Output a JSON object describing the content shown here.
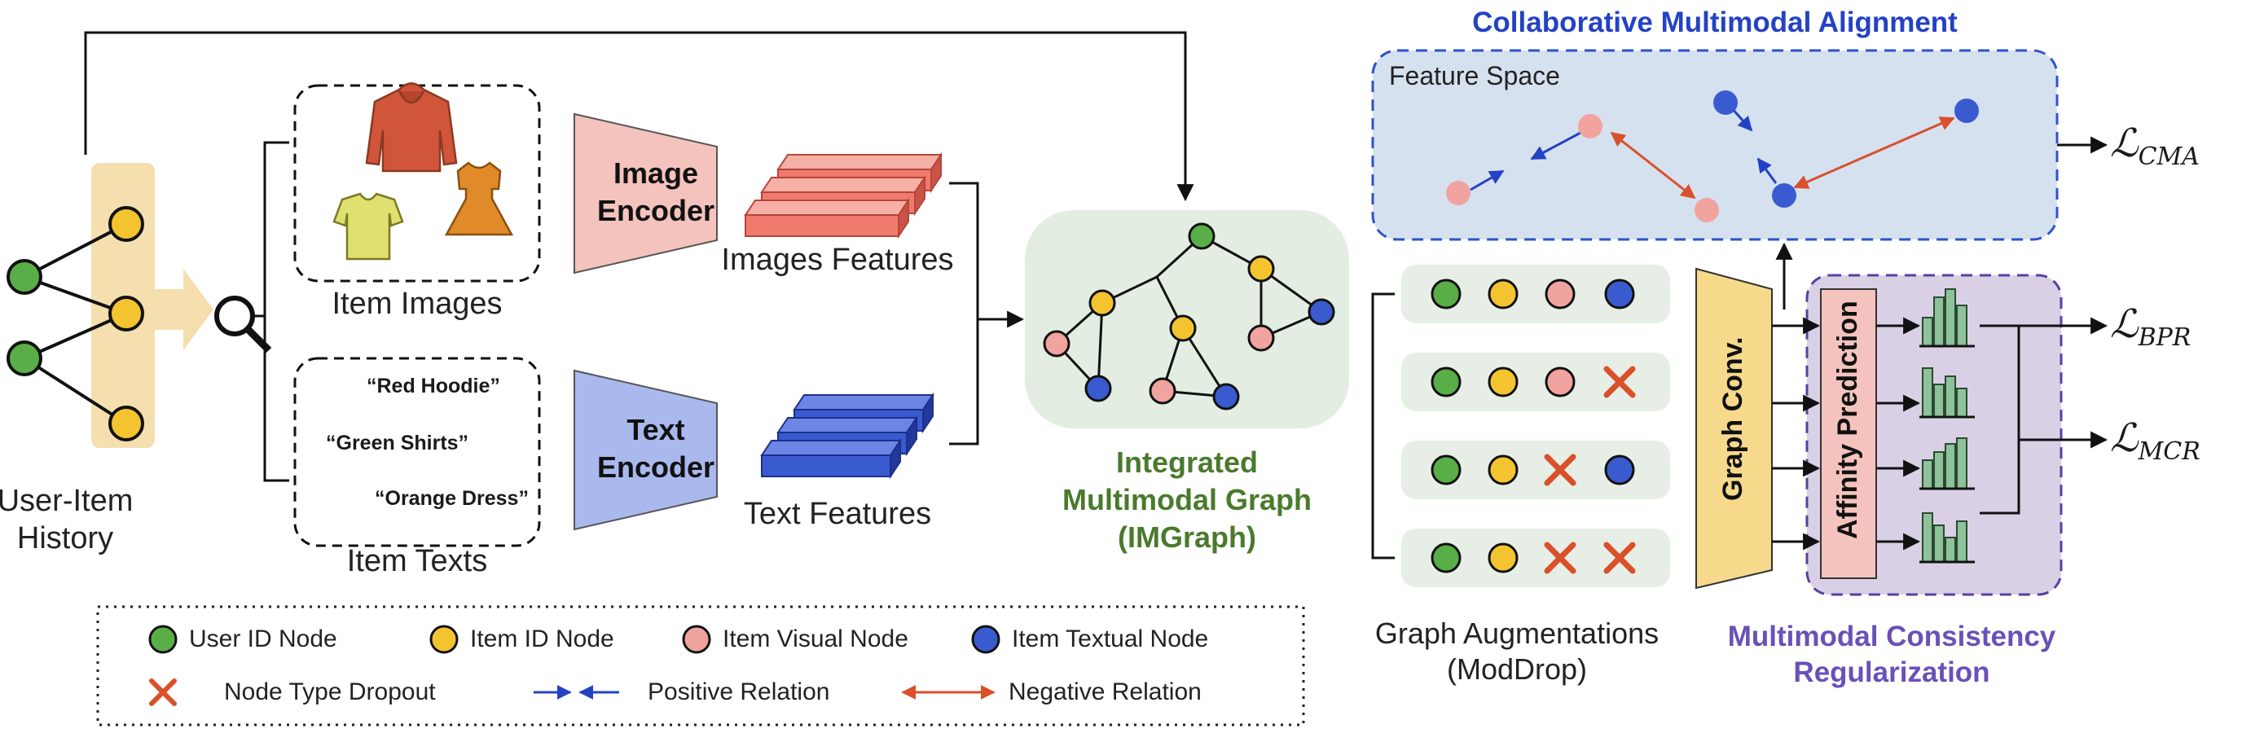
{
  "left": {
    "history_label": [
      "User-Item",
      "History"
    ]
  },
  "items": {
    "images_label": "Item Images",
    "texts_label": "Item Texts",
    "quotes": [
      "“Red Hoodie”",
      "“Green Shirts”",
      "“Orange Dress”"
    ]
  },
  "encoders": {
    "image": [
      "Image",
      "Encoder"
    ],
    "text": [
      "Text",
      "Encoder"
    ],
    "image_features": "Images Features",
    "text_features": "Text Features"
  },
  "imgraph": {
    "title": [
      "Integrated",
      "Multimodal Graph",
      "(IMGraph)"
    ]
  },
  "cma": {
    "title": "Collaborative Multimodal Alignment",
    "feature_space": "Feature Space"
  },
  "augment": {
    "label": [
      "Graph Augmentations",
      "(ModDrop)"
    ]
  },
  "conv": {
    "graph_conv": "Graph Conv.",
    "affinity": "Affinity Prediction"
  },
  "mcr": {
    "title": [
      "Multimodal Consistency",
      "Regularization"
    ]
  },
  "losses": {
    "L": "ℒ",
    "cma": "CMA",
    "bpr": "BPR",
    "mcr": "MCR"
  },
  "legend": {
    "user_id": "User ID Node",
    "item_id": "Item ID Node",
    "visual": "Item Visual Node",
    "textual": "Item Textual Node",
    "dropout": "Node Type Dropout",
    "positive": "Positive Relation",
    "negative": "Negative Relation"
  },
  "colors": {
    "user_node": "#5aae48",
    "item_node": "#f4c430",
    "visual_node": "#f1a3a0",
    "textual_node": "#3a5bd0",
    "cross": "#d9502a",
    "cma_bg": "#d6e1f0",
    "cma_border": "#2e52c8",
    "mcr_bg": "#d9d0e6",
    "mcr_border": "#5a3fa0",
    "imgraph_bg": "#e3ede2",
    "conv_fill": "#f7d98c",
    "history_band": "#f5dfae"
  }
}
